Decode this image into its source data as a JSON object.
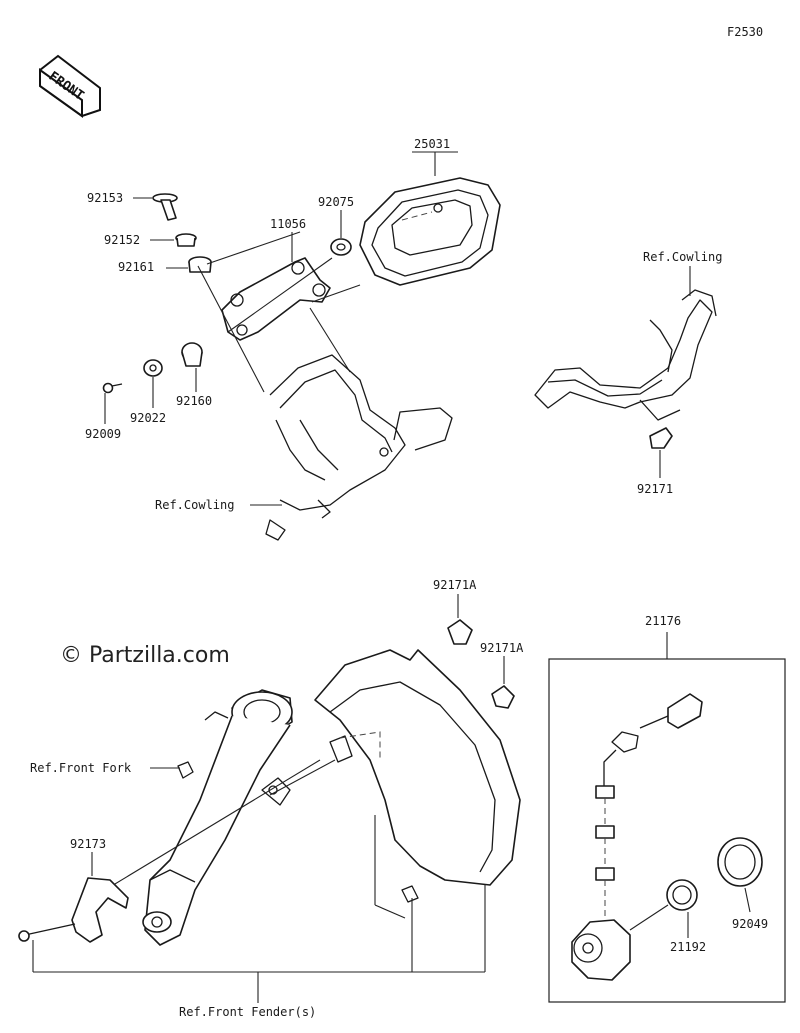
{
  "figure_code": "F2530",
  "watermark": "© Partzilla.com",
  "front_badge": "FRONT",
  "labels": {
    "p25031": "25031",
    "p92153": "92153",
    "p92075": "92075",
    "p11056": "11056",
    "p92152": "92152",
    "p92161": "92161",
    "p92160": "92160",
    "p92022": "92022",
    "p92009": "92009",
    "ref_cowling_left": "Ref.Cowling",
    "ref_cowling_right": "Ref.Cowling",
    "p92171": "92171",
    "p92171a_1": "92171A",
    "p92171a_2": "92171A",
    "p21176": "21176",
    "ref_front_fork": "Ref.Front Fork",
    "p92173": "92173",
    "p92049": "92049",
    "p21192": "21192",
    "ref_front_fender": "Ref.Front Fender(s)"
  }
}
